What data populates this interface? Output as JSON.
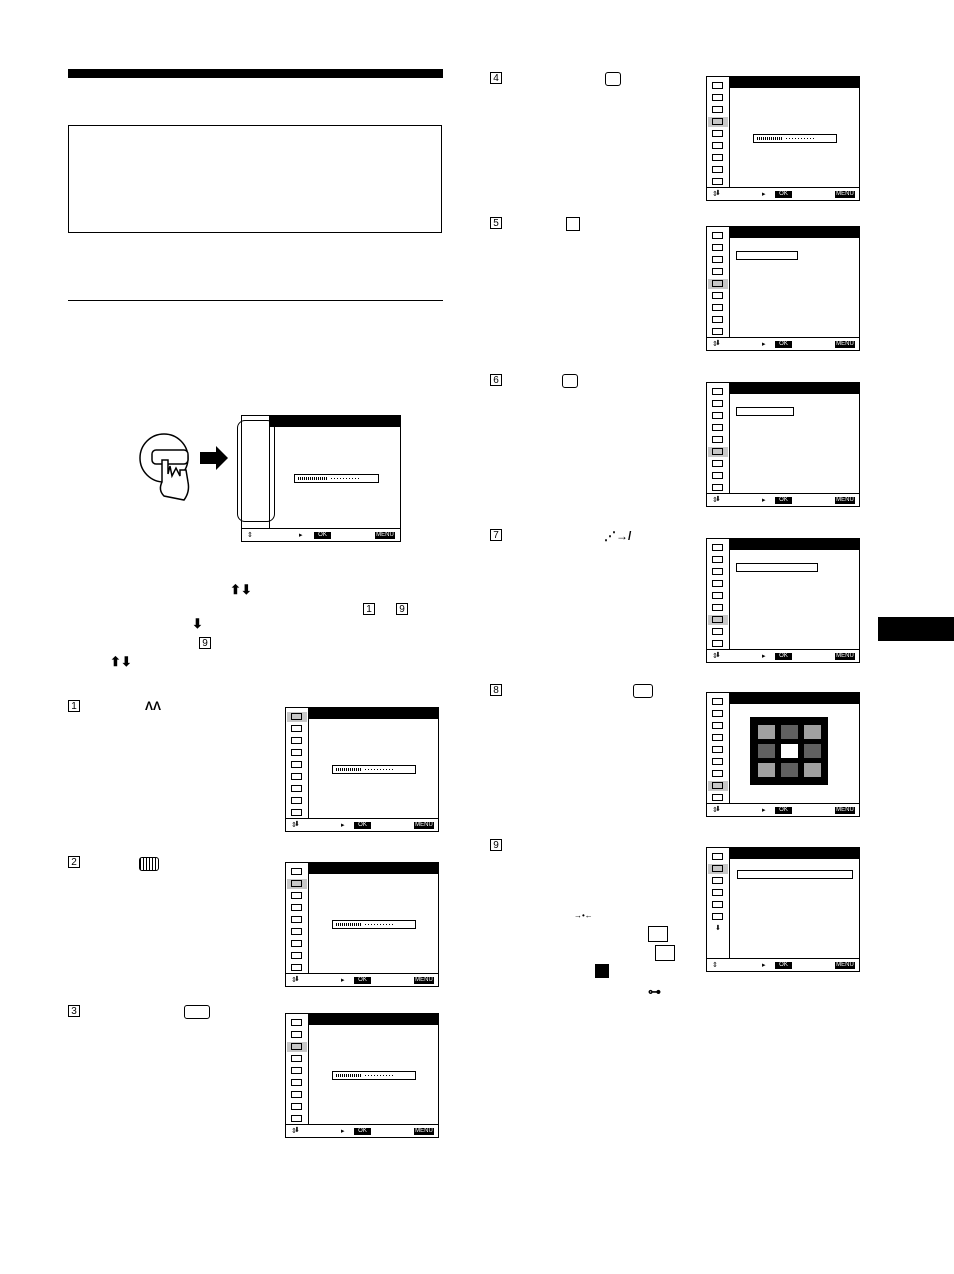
{
  "osd_footer": {
    "ok_label": "OK",
    "menu_label": "MENU"
  },
  "step_numbers": [
    "1",
    "2",
    "3",
    "4",
    "5",
    "6",
    "7",
    "8",
    "9"
  ],
  "instruction_refs": {
    "range_start": "1",
    "range_end": "9",
    "last_item": "9"
  },
  "icons": {
    "arrows_updown": "up-down-arrow-icon",
    "arrow_down": "down-arrow-icon",
    "arrow_right": "right-arrow-icon",
    "contrast": "contrast-icon",
    "brightness": "brightness-icon",
    "size": "size-icon",
    "center": "center-icon",
    "geometry": "geometry-icon",
    "convergence": "convergence-icon",
    "color": "color-icon",
    "landing": "landing-icon",
    "options": "options-icon",
    "degauss": "degauss-icon",
    "lock": "lock-icon"
  },
  "colors": {
    "ink": "#000000",
    "osd_highlight": "#bbbbbb",
    "grid_light": "#a0a0a0",
    "grid_dark": "#606060"
  }
}
